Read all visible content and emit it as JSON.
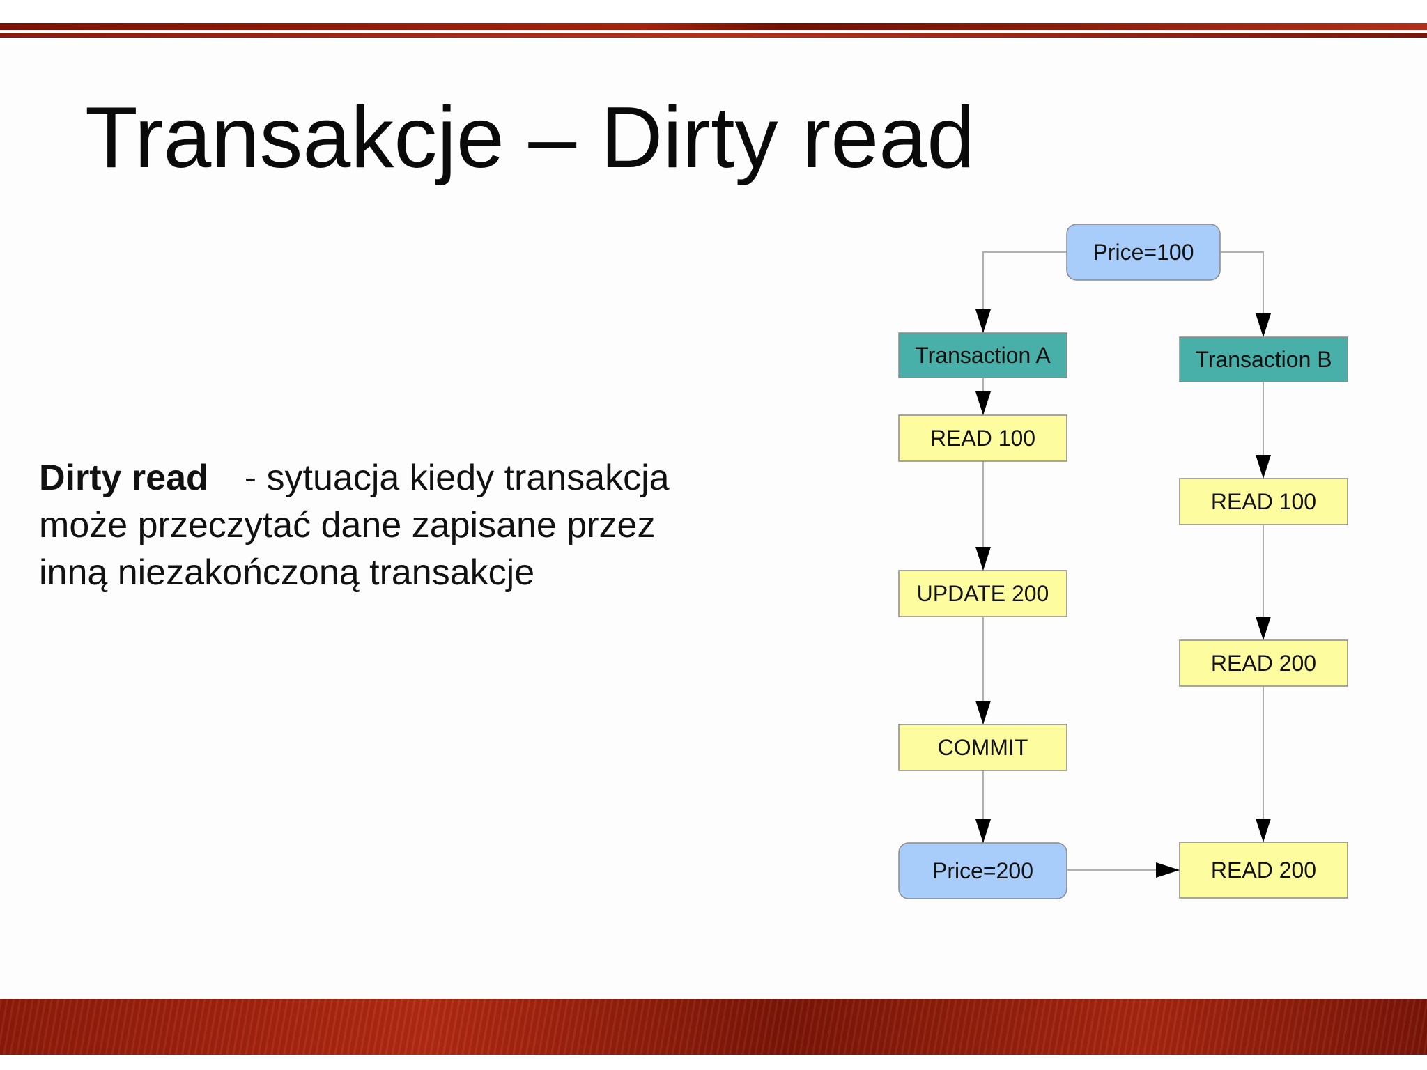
{
  "slide": {
    "title": "Transakcje – Dirty read",
    "term": "Dirty read",
    "definition_line1": "- sytuacja kiedy transakcja",
    "definition_line2": "może przeczytać dane zapisane przez",
    "definition_line3": "inną niezakończoną transakcje"
  },
  "diagram": {
    "colors": {
      "state": "#a8cdfa",
      "transaction": "#48b0a8",
      "operation": "#fdfda0",
      "border": "#8a8a8a",
      "connector": "#b0b0b0",
      "arrowhead": "#000000"
    },
    "nodes": {
      "price_start": {
        "label": "Price=100",
        "kind": "state"
      },
      "transaction_a": {
        "label": "Transaction A",
        "kind": "transaction"
      },
      "transaction_b": {
        "label": "Transaction B",
        "kind": "transaction"
      },
      "a_read_100": {
        "label": "READ 100",
        "kind": "operation"
      },
      "a_update_200": {
        "label": "UPDATE 200",
        "kind": "operation"
      },
      "a_commit": {
        "label": "COMMIT",
        "kind": "operation"
      },
      "price_end": {
        "label": "Price=200",
        "kind": "state"
      },
      "b_read_100": {
        "label": "READ 100",
        "kind": "operation"
      },
      "b_read_200_first": {
        "label": "READ 200",
        "kind": "operation"
      },
      "b_read_200_second": {
        "label": "READ 200",
        "kind": "operation"
      }
    },
    "edges": [
      {
        "from": "price_start",
        "to": "transaction_a"
      },
      {
        "from": "price_start",
        "to": "transaction_b"
      },
      {
        "from": "transaction_a",
        "to": "a_read_100"
      },
      {
        "from": "a_read_100",
        "to": "a_update_200"
      },
      {
        "from": "a_update_200",
        "to": "a_commit"
      },
      {
        "from": "a_commit",
        "to": "price_end"
      },
      {
        "from": "transaction_b",
        "to": "b_read_100"
      },
      {
        "from": "b_read_100",
        "to": "b_read_200_first"
      },
      {
        "from": "b_read_200_first",
        "to": "b_read_200_second"
      },
      {
        "from": "price_end",
        "to": "b_read_200_second"
      }
    ]
  }
}
